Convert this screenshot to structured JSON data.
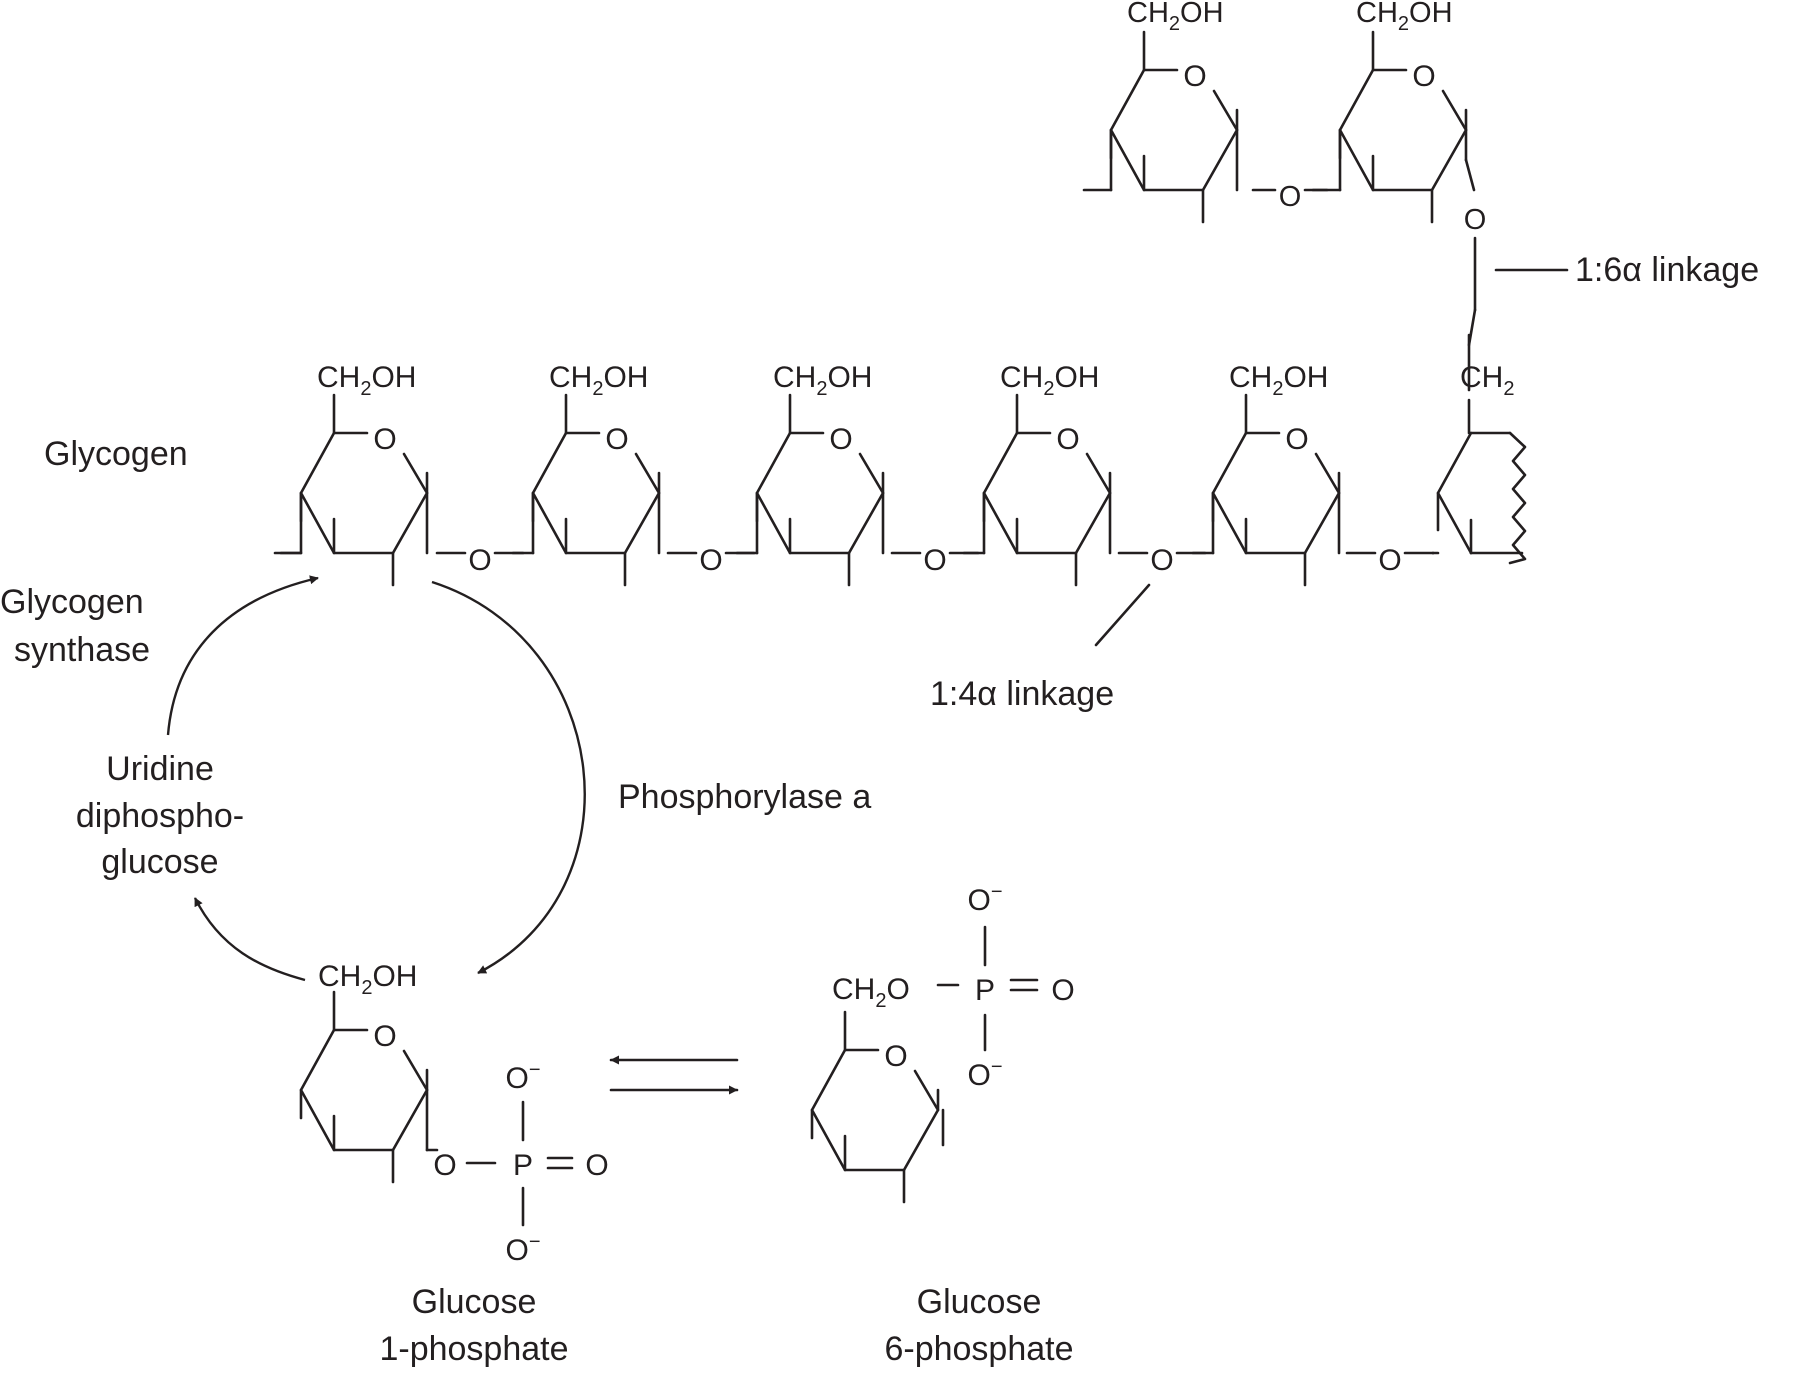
{
  "labels": {
    "glycogen": "Glycogen",
    "glycogen_synthase": [
      "Glycogen",
      "synthase"
    ],
    "udpg": [
      "Uridine",
      "diphospho-",
      "glucose"
    ],
    "phosphorylase": "Phosphorylase a",
    "linkage_14": "1:4α linkage",
    "linkage_16": "1:6α linkage",
    "g1p": [
      "Glucose",
      "1-phosphate"
    ],
    "g6p": [
      "Glucose",
      "6-phosphate"
    ]
  },
  "atoms": {
    "ring_oxygen": "O",
    "bridge_oxygen": "O",
    "ch2oh": [
      "CH",
      "2",
      "OH"
    ],
    "ch2": [
      "CH",
      "2"
    ],
    "ch2o": [
      "CH",
      "2",
      "O"
    ],
    "phosphorus": "P",
    "oxygen": "O",
    "oxide": [
      "O",
      "−"
    ]
  }
}
